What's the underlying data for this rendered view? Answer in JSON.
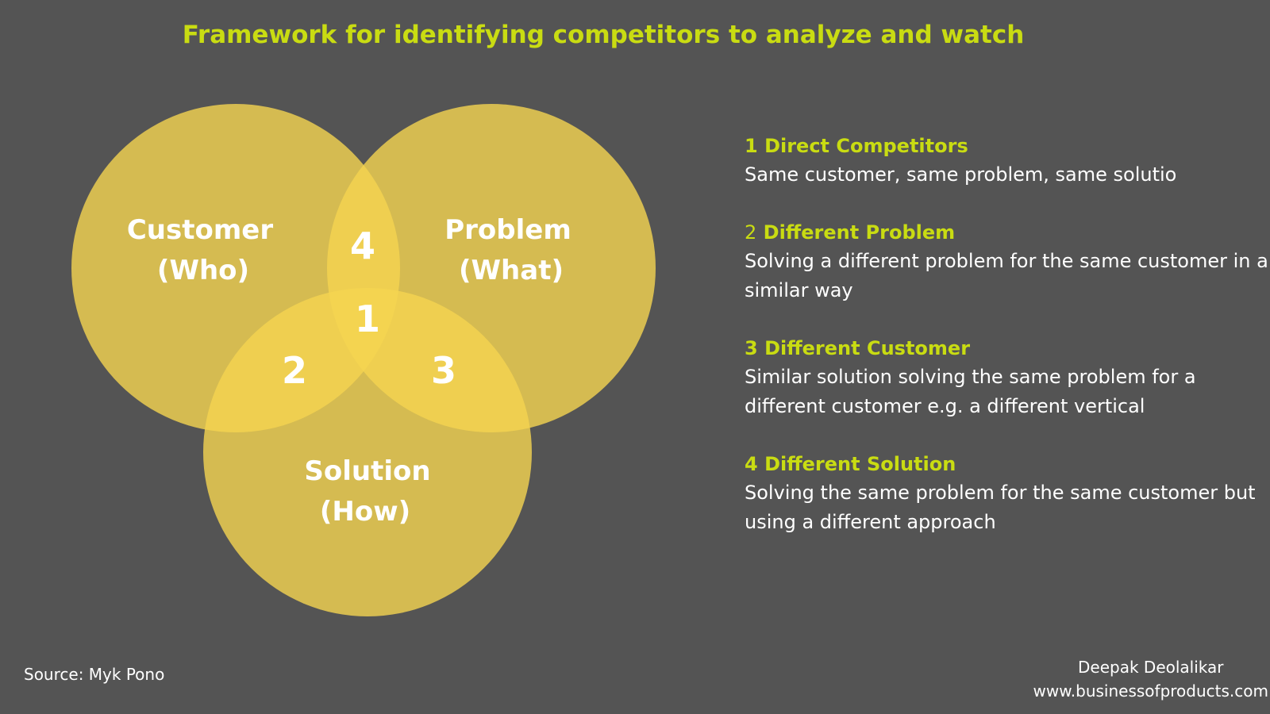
{
  "title": "Framework for identifying competitors to analyze and watch",
  "venn": {
    "circles": [
      {
        "line1": "Customer",
        "line2": "(Who)"
      },
      {
        "line1": "Problem",
        "line2": "(What)"
      },
      {
        "line1": "Solution",
        "line2": "(How)"
      }
    ],
    "regions": [
      "1",
      "2",
      "3",
      "4"
    ],
    "fill_color": "#f5d450"
  },
  "items": [
    {
      "number": "1",
      "heading": "Direct Competitors",
      "description": "Same customer, same problem, same solutio"
    },
    {
      "number": "2",
      "heading": "Different Problem",
      "description": "Solving a different problem for the same customer in a similar way"
    },
    {
      "number": "3",
      "heading": "Different Customer",
      "description": "Similar solution solving the same problem for a different customer e.g. a different vertical"
    },
    {
      "number": "4",
      "heading": "Different Solution",
      "description": "Solving the same problem for the same customer but using a different approach"
    }
  ],
  "source": "Source: Myk Pono",
  "credit": {
    "author": "Deepak Deolalikar",
    "website": "www.businessofproducts.com"
  },
  "colors": {
    "background": "#545454",
    "accent": "#c9dc12"
  }
}
